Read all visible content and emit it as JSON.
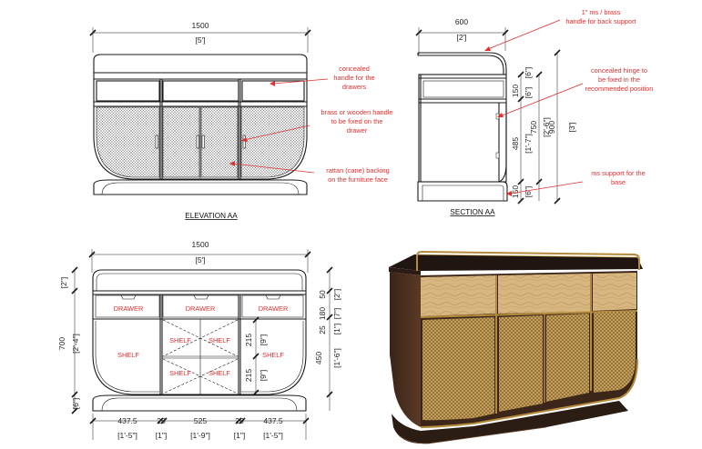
{
  "elevation": {
    "title": "ELEVATION AA",
    "width_mm": "1500",
    "width_ft": "[5']"
  },
  "section": {
    "title": "SECTION AA",
    "depth_mm": "600",
    "depth_ft": "[2']",
    "dims": {
      "top_ft": "[6\"]",
      "drawer_mm": "150",
      "drawer_ft": "[6\"]",
      "body_mm": "485",
      "body_ft": "[1'-7\"]",
      "total_a_mm": "750",
      "total_a_ft": "[2'-6\"]",
      "total_b_mm": "900",
      "total_b_ft": "[3']",
      "base_mm": "150",
      "base_ft": "[6\"]"
    }
  },
  "notes": {
    "handle_back": "1\" ms / brass handle for back support",
    "concealed_handle": "concealed handle for the drawers",
    "concealed_hinge": "concealed hinge to be fixed in the recommended position",
    "brass_handle": "brass or wooden handle to be fixed on the drawer",
    "rattan": "rattan (cane) backing on the furniture face",
    "ms_support": "ms support for the base"
  },
  "plan": {
    "width_mm": "1500",
    "width_ft": "[5']",
    "labels": {
      "drawer": "DRAWER",
      "shelf": "SHELF"
    },
    "left_dims": {
      "top_ft": "[2\"]",
      "body_mm": "700",
      "body_ft": "[2'-4\"]",
      "base_ft": "[6\"]"
    },
    "right_dims": {
      "top_mm": "50",
      "top_ft": "[2\"]",
      "drawer_mm": "180",
      "drawer_ft": "[7\"]",
      "gap_mm": "25",
      "gap_ft": "[1\"]",
      "body_mm": "450",
      "body_ft": "[1'-6\"]"
    },
    "inner_dims": {
      "shelf_mm": "215",
      "shelf_ft": "[9\"]"
    },
    "bottom_dims": {
      "d1_mm": "437.5",
      "d1_ft": "[1'-5\"]",
      "d2_mm": "25",
      "d2_ft": "[1\"]",
      "d3_mm": "525",
      "d3_ft": "[1'-9\"]",
      "d4_mm": "25",
      "d4_ft": "[1\"]",
      "d5_mm": "437.5",
      "d5_ft": "[1'-5\"]"
    }
  },
  "colors": {
    "annotation": "#e03030",
    "line": "#1a1a1a",
    "wood_dark": "#4a2f20",
    "wood_light": "#d8b680",
    "cane": "#c9a45e",
    "brass": "#b48a3c"
  }
}
